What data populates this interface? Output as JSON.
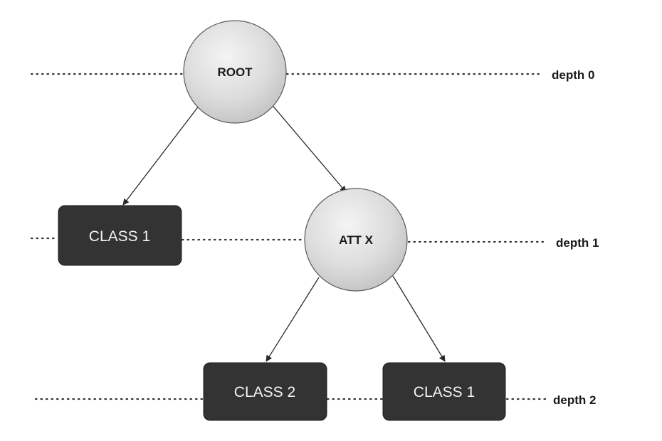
{
  "nodes": {
    "root": {
      "label": "ROOT"
    },
    "att_x": {
      "label": "ATT X"
    },
    "class_1_left": {
      "label": "CLASS 1"
    },
    "class_2": {
      "label": "CLASS 2"
    },
    "class_1_right": {
      "label": "CLASS 1"
    }
  },
  "depth_labels": [
    "depth 0",
    "depth 1",
    "depth 2"
  ],
  "colors": {
    "leaf_fill": "#333333",
    "circle_fill_light": "#f2f2f2",
    "circle_fill_dark": "#c4c4c4",
    "text_dark": "#1a1a1a",
    "text_light": "#f4f4f4"
  }
}
